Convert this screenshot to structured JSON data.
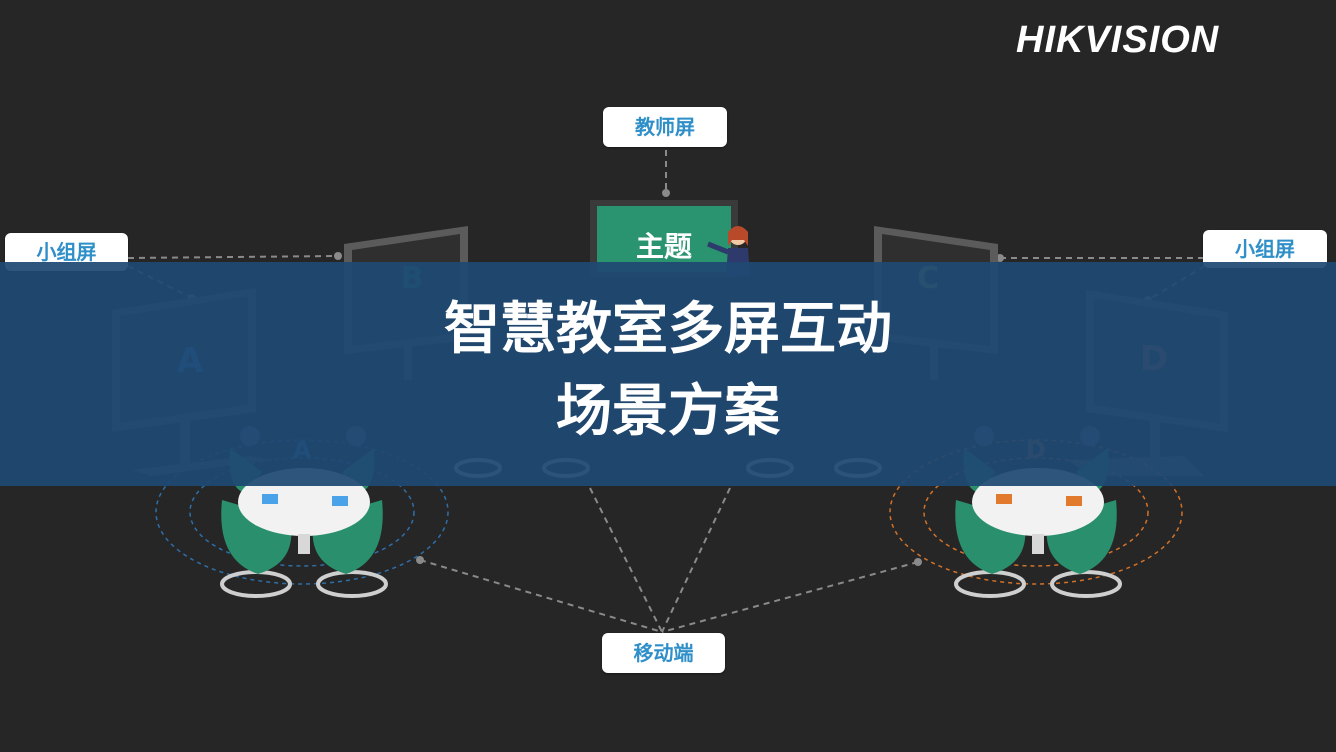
{
  "brand": {
    "logo_text": "HIKVISION"
  },
  "labels": {
    "teacher_screen": "教师屏",
    "teacher_topic": "主题",
    "group_screen_left": "小组屏",
    "group_screen_right": "小组屏",
    "mobile": "移动端"
  },
  "groups": [
    {
      "screen": "A",
      "table": "A"
    },
    {
      "screen": "B"
    },
    {
      "screen": "C"
    },
    {
      "screen": "D",
      "table": "D"
    }
  ],
  "banner": {
    "title_line1": "智慧教室多屏互动",
    "title_line2": "场景方案"
  },
  "colors": {
    "background": "#262626",
    "banner": "#1f4973",
    "tag_text": "#2f8fc8",
    "teacher_screen": "#29946f",
    "chair": "#2a8f6c",
    "ring_blue": "#2e6fa8",
    "ring_orange": "#d2722a"
  }
}
